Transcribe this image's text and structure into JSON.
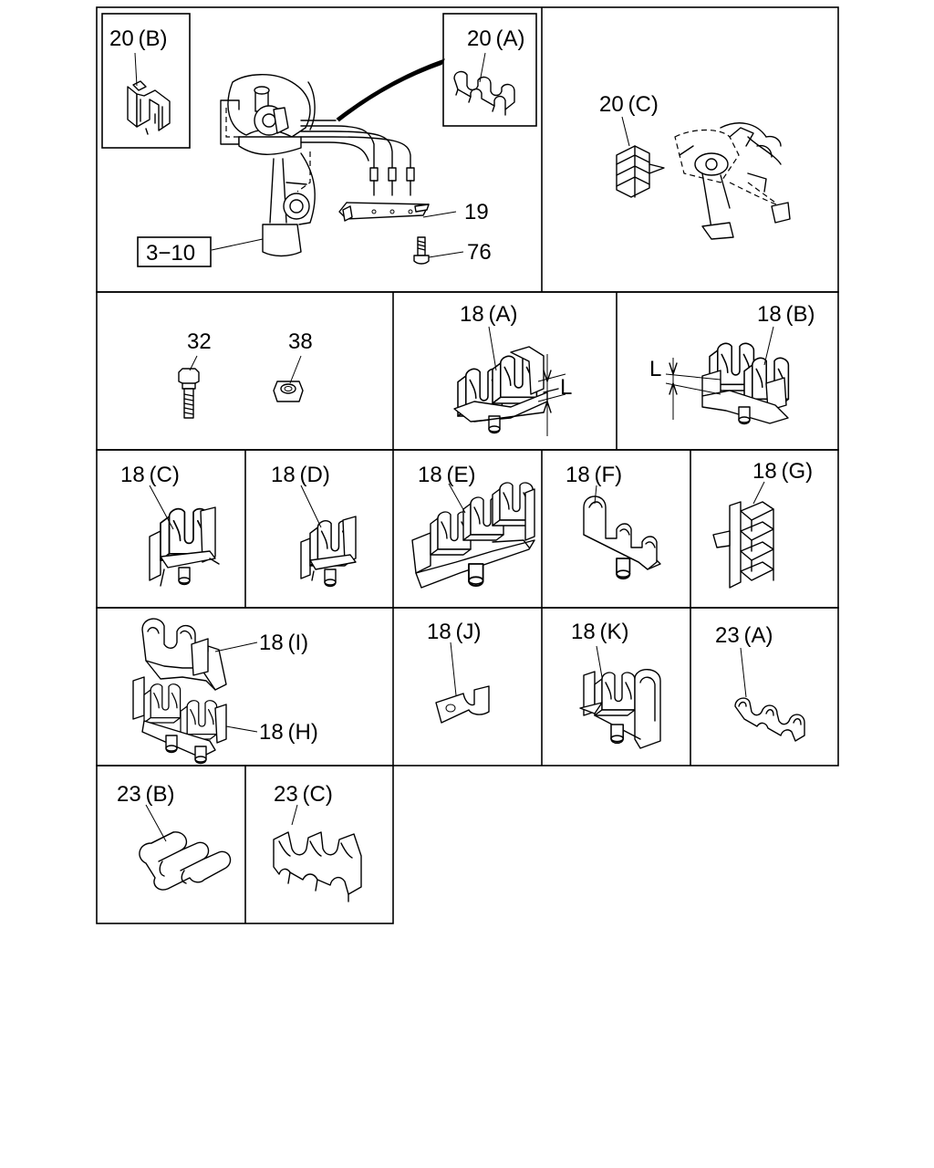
{
  "labels": {
    "l20b": "20 (B)",
    "l20a": "20 (A)",
    "l20c": "20 (C)",
    "l19": "19",
    "l76": "76",
    "l310": "3−10",
    "l32": "32",
    "l38": "38",
    "l18a": "18 (A)",
    "l18b": "18 (B)",
    "lLa": "L",
    "lLb": "L",
    "l18c": "18 (C)",
    "l18d": "18 (D)",
    "l18e": "18 (E)",
    "l18f": "18 (F)",
    "l18g": "18 (G)",
    "l18i": "18 (I)",
    "l18h": "18 (H)",
    "l18j": "18 (J)",
    "l18k": "18 (K)",
    "l23a": "23 (A)",
    "l23b": "23 (B)",
    "l23c": "23 (C)"
  }
}
